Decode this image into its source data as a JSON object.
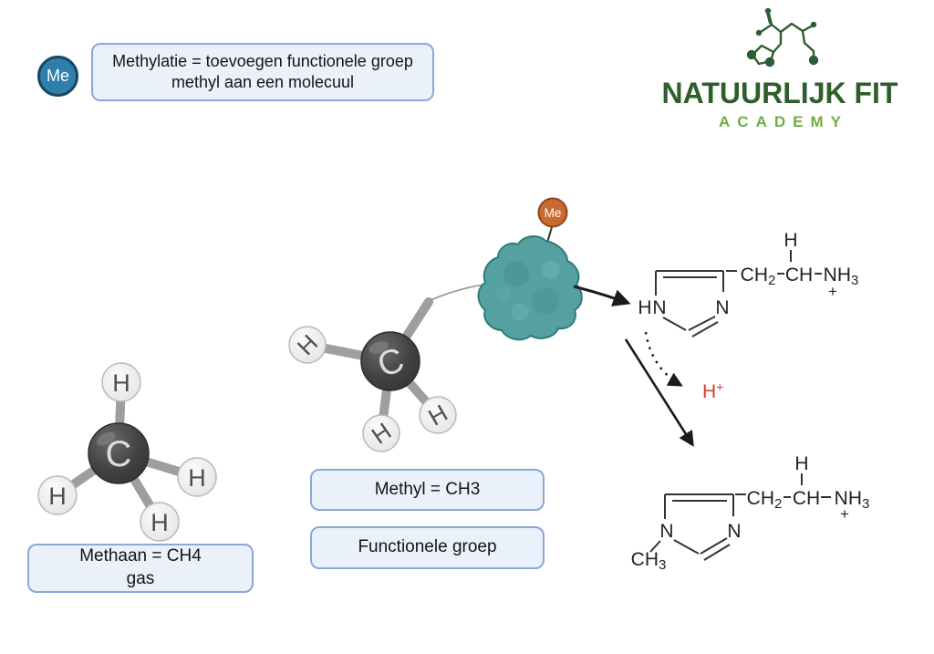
{
  "badge": {
    "label": "Me"
  },
  "title": {
    "line1": "Methylatie = toevoegen functionele groep",
    "line2": "methyl aan een molecuul"
  },
  "logo": {
    "name": "NATUURLIJK FIT",
    "subtitle": "ACADEMY"
  },
  "boxes": {
    "methaan_line1": "Methaan = CH4",
    "methaan_line2": "gas",
    "methyl": "Methyl = CH3",
    "functioneel": "Functionele groep"
  },
  "atoms": {
    "carbon": "C",
    "hydrogen": "H"
  },
  "enzyme": {
    "me_label": "Me"
  },
  "substrate": {
    "ring_h": "H",
    "ring_n_left": "N",
    "ring_n_right": "N",
    "h_top": "H",
    "ch2_base": "CH",
    "ch2_sub": "2",
    "ch": "CH",
    "nh3_base": "NH",
    "nh3_sub": "3",
    "plus": "+"
  },
  "product": {
    "ring_n_left": "N",
    "ring_n_right": "N",
    "methyl_base": "CH",
    "methyl_sub": "3",
    "h_top": "H",
    "ch2_base": "CH",
    "ch2_sub": "2",
    "ch": "CH",
    "nh3_base": "NH",
    "nh3_sub": "3",
    "plus": "+"
  },
  "released": {
    "h": "H",
    "plus": "+"
  },
  "colors": {
    "me_badge_blue": "#2e7fab",
    "enzyme_teal": "#55a0a0",
    "me_orange": "#c96a33",
    "nitrogen_blue": "#3f7fc1",
    "acid_red": "#d3402a",
    "box_bg": "#eaf1fb",
    "box_border": "#8aa7d9",
    "logo_dark_green": "#2f5e2c",
    "logo_light_green": "#6fae3e"
  }
}
